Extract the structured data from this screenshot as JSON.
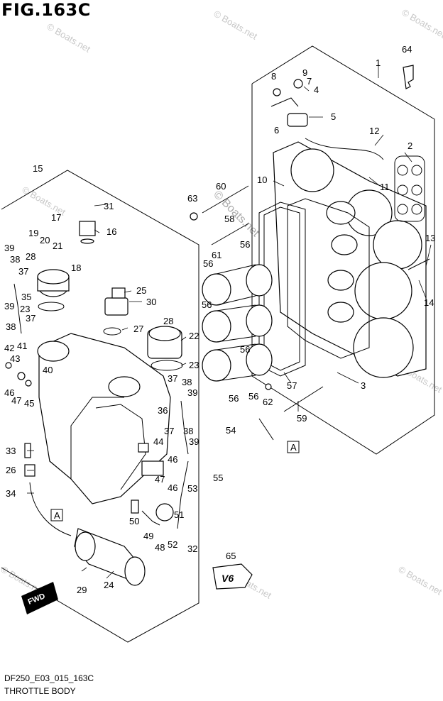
{
  "header": {
    "title": "FIG.163C"
  },
  "footer": {
    "code": "DF250_E03_015_163C",
    "name": "THROTTLE BODY"
  },
  "watermark": "© Boats.net",
  "ref_box_label": "A",
  "fwd_label": "FWD",
  "badge_text": "V6",
  "callouts": [
    "1",
    "2",
    "3",
    "4",
    "5",
    "6",
    "7",
    "8",
    "9",
    "10",
    "11",
    "12",
    "13",
    "14",
    "15",
    "16",
    "17",
    "18",
    "19",
    "20",
    "21",
    "22",
    "23",
    "24",
    "25",
    "26",
    "27",
    "28",
    "29",
    "30",
    "31",
    "32",
    "33",
    "34",
    "35",
    "36",
    "37",
    "38",
    "39",
    "40",
    "41",
    "42",
    "43",
    "44",
    "45",
    "46",
    "47",
    "48",
    "49",
    "50",
    "51",
    "52",
    "53",
    "54",
    "55",
    "56",
    "57",
    "58",
    "59",
    "60",
    "61",
    "62",
    "63",
    "64",
    "65"
  ],
  "colors": {
    "line": "#000000",
    "watermark": "#c8c8c8"
  }
}
